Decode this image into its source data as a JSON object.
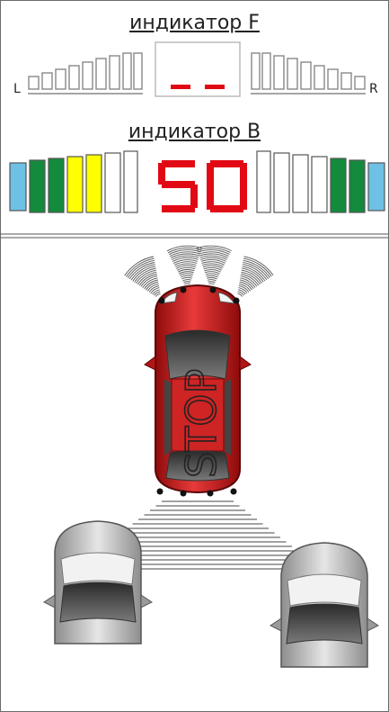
{
  "indicator_f": {
    "label": "индикатор F",
    "display": "- -",
    "left_letter": "L",
    "right_letter": "R"
  },
  "indicator_b": {
    "label": "индикатор B",
    "display": "50",
    "colors": {
      "blue": "#6ec1e4",
      "green": "#138a3c",
      "yellow": "#ffff00",
      "white": "#ffffff",
      "red": "#e10a14"
    }
  },
  "car": {
    "label": "STOP",
    "body_color": "#d81e1e"
  }
}
